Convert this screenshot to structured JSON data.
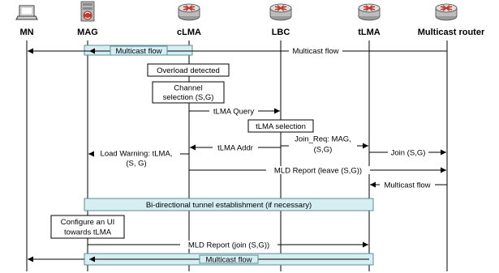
{
  "entities": [
    {
      "id": "mn",
      "label": "MN",
      "icon": "laptop-icon"
    },
    {
      "id": "mag",
      "label": "MAG",
      "icon": "server-icon"
    },
    {
      "id": "clma",
      "label": "cLMA",
      "icon": "router-icon"
    },
    {
      "id": "lbc",
      "label": "LBC",
      "icon": "router-icon"
    },
    {
      "id": "tlma",
      "label": "tLMA",
      "icon": "router-icon"
    },
    {
      "id": "mrouter",
      "label": "Multicast router",
      "icon": "router-icon"
    }
  ],
  "messages": {
    "multicast_flow_top_left": "Multicast flow",
    "multicast_flow_top_right": "Multicast flow",
    "overload_detected": "Overload detected",
    "channel_selection_1": "Channel",
    "channel_selection_2": "selection (S,G)",
    "tlma_query": "tLMA Query",
    "tlma_selection": "tLMA selection",
    "tlma_addr": "tLMA Addr",
    "join_req_1": "Join_Req: MAG,",
    "join_req_2": "(S,G)",
    "join_sg": "Join (S,G)",
    "load_warning_1": "Load Warning: tLMA,",
    "load_warning_2": "(S, G)",
    "mld_leave": "MLD Report (leave (S,G))",
    "multicast_flow_tlma": "Multicast flow",
    "tunnel": "Bi-directional tunnel establishment (if necessary)",
    "configure_ui_1": "Configure an UI",
    "configure_ui_2": "towards tLMA",
    "mld_join": "MLD Report (join (S,G))",
    "multicast_flow_bottom": "Multicast flow"
  }
}
